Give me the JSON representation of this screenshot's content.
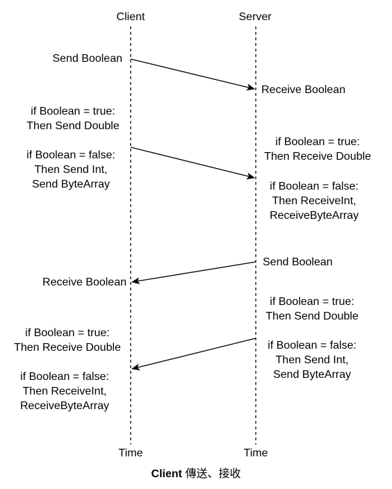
{
  "lifelines": {
    "client_header": "Client",
    "server_header": "Server",
    "client_footer": "Time",
    "server_footer": "Time"
  },
  "messages": {
    "client_send_boolean": "Send Boolean",
    "server_receive_boolean": "Receive Boolean",
    "client_if_true": [
      "if Boolean = true:",
      "Then Send Double"
    ],
    "client_if_false": [
      "if Boolean = false:",
      "Then Send Int,",
      "Send ByteArray"
    ],
    "server_if_true": [
      "if Boolean = true:",
      "Then Receive Double"
    ],
    "server_if_false": [
      "if Boolean = false:",
      "Then ReceiveInt,",
      "ReceiveByteArray"
    ],
    "server_send_boolean": "Send Boolean",
    "client_receive_boolean": "Receive Boolean",
    "server_send_if_true": [
      "if Boolean = true:",
      "Then Send Double"
    ],
    "server_send_if_false": [
      "if Boolean = false:",
      "Then Send Int,",
      "Send ByteArray"
    ],
    "client_recv_if_true": [
      "if Boolean = true:",
      "Then Receive Double"
    ],
    "client_recv_if_false": [
      "if Boolean = false:",
      "Then ReceiveInt,",
      "ReceiveByteArray"
    ]
  },
  "caption": {
    "bold": "Client",
    "rest": " 傳送、接收"
  }
}
